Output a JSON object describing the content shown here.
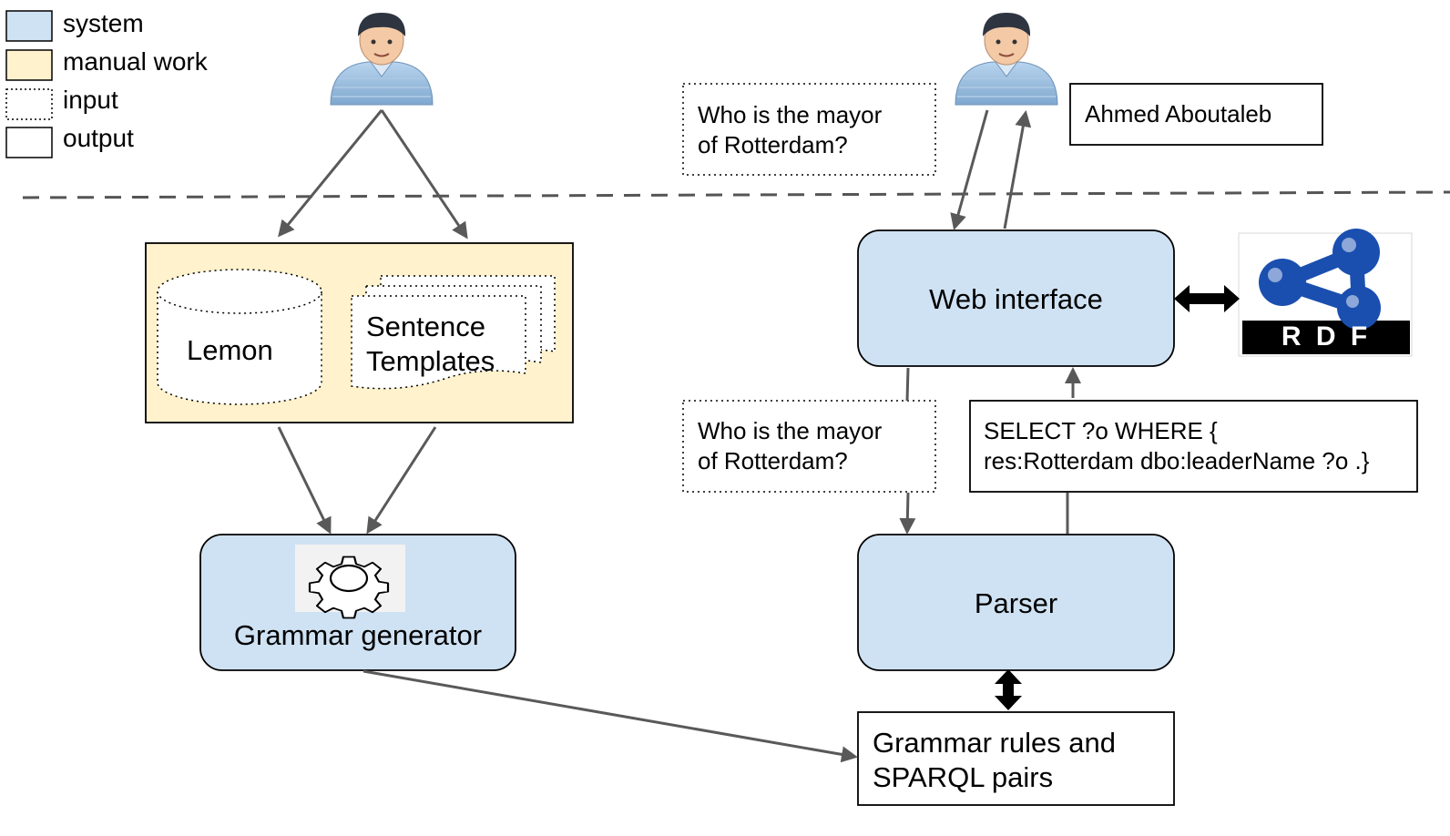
{
  "legend": {
    "items": [
      {
        "label": "system"
      },
      {
        "label": "manual work"
      },
      {
        "label": "input"
      },
      {
        "label": "output"
      }
    ]
  },
  "colors": {
    "system_fill": "#cfe2f3",
    "manual_fill": "#fff2cc",
    "stroke": "#000000",
    "arrow": "#595959",
    "rdf_blue": "#1a4fb0"
  },
  "nodes": {
    "lemon": "Lemon",
    "templates_line1": "Sentence",
    "templates_line2": "Templates",
    "grammar_generator": "Grammar generator",
    "web_interface": "Web interface",
    "parser": "Parser",
    "grammar_rules_line1": "Grammar rules and",
    "grammar_rules_line2": "SPARQL pairs"
  },
  "io": {
    "question_top_line1": "Who is the mayor",
    "question_top_line2": "of Rotterdam?",
    "answer": "Ahmed Aboutaleb",
    "question_mid_line1": "Who is the mayor",
    "question_mid_line2": "of Rotterdam?",
    "query_line1": "SELECT ?o WHERE {",
    "query_line2": "res:Rotterdam dbo:leaderName ?o .}"
  },
  "icons": {
    "user_left": "user-icon",
    "user_right": "user-icon",
    "gear": "gear-icon",
    "rdf_logo": "rdf-logo"
  },
  "rdf_logo_text": "R D F"
}
